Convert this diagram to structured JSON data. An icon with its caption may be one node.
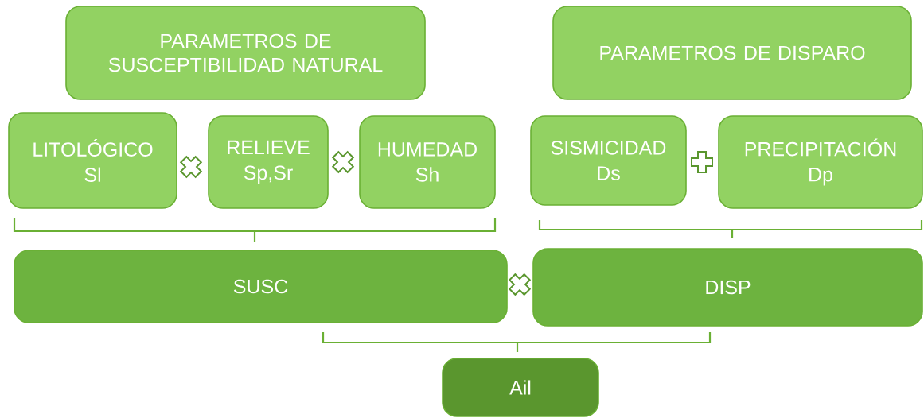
{
  "diagram": {
    "nodes": [
      {
        "text": [
          "PARAMETROS DE SUSCEPTIBILIDAD NATURAL"
        ]
      },
      {
        "text": [
          "PARAMETROS DE DISPARO"
        ]
      },
      {
        "text": [
          "LITOLÓGICO",
          "Sl"
        ]
      },
      {
        "text": [
          "RELIEVE",
          "Sp,Sr"
        ]
      },
      {
        "text": [
          "HUMEDAD",
          "Sh"
        ]
      },
      {
        "text": [
          "SISMICIDAD",
          "Ds"
        ]
      },
      {
        "text": [
          "PRECIPITACIÓN",
          "Dp"
        ]
      },
      {
        "text": [
          "SUSC"
        ]
      },
      {
        "text": [
          "DISP"
        ]
      },
      {
        "text": [
          "Ail"
        ]
      }
    ]
  }
}
